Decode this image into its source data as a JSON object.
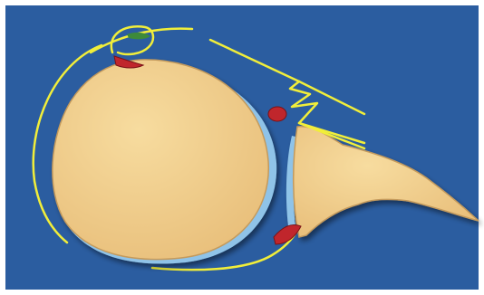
{
  "diagram": {
    "colors": {
      "background": "#2b5da0",
      "bone": "#f0cc8a",
      "bone_edge": "#c49a5c",
      "cartilage": "#8fc3e8",
      "ligament_line": "#f1ee3a",
      "labrum_red": "#c0262c",
      "labrum_green": "#3d8a3a",
      "border": "#ffffff"
    },
    "structures": [
      "humeral-head",
      "glenoid",
      "posterior-capsule-line",
      "anterior-capsule-line",
      "zigzag-ligament-line",
      "superior-labrum",
      "inferior-labrum",
      "loose-body"
    ]
  }
}
